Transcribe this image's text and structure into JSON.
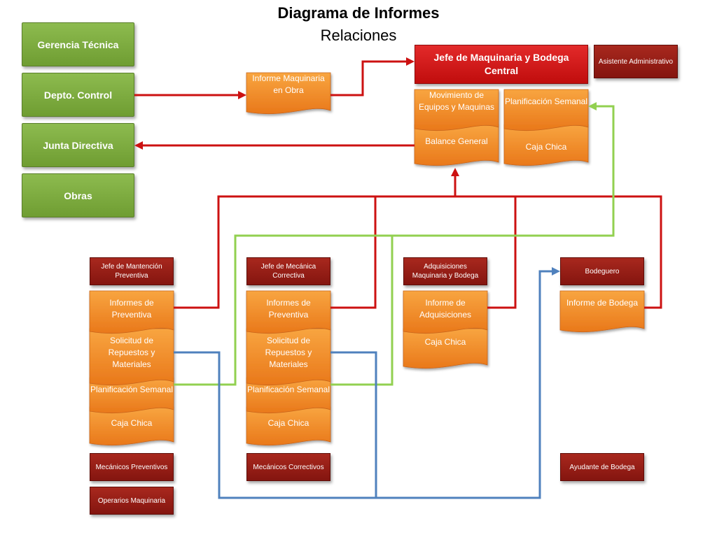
{
  "title": "Diagrama de Informes",
  "subtitle": "Relaciones",
  "left_boxes": [
    "Gerencia Técnica",
    "Depto. Control",
    "Junta Directiva",
    "Obras"
  ],
  "central": {
    "jefe": "Jefe de Maquinaria y Bodega Central",
    "asistente": "Asistente Administrativo",
    "informe_obra": "Informe Maquinaria en Obra",
    "movimiento": "Movimiento de Equipos y Maquinas",
    "balance": "Balance General",
    "planificacion": "Planificación Semanal",
    "caja": "Caja Chica"
  },
  "roles": {
    "mantencion": "Jefe de Mantención Preventiva",
    "mecanica": "Jefe de Mecánica Correctiva",
    "adquisiciones": "Adquisiciones Maquinaria y Bodega",
    "bodeguero": "Bodeguero",
    "mec_preventivos": "Mecánicos Preventivos",
    "operarios": "Operarios Maquinaria",
    "mec_correctivos": "Mecánicos Correctivos",
    "ayudante": "Ayudante de Bodega"
  },
  "docs": {
    "informes_preventiva": "Informes de Preventiva",
    "solicitud": "Solicitud de Repuestos y Materiales",
    "planificacion": "Planificación Semanal",
    "caja": "Caja Chica",
    "informe_adquisiciones": "Informe de Adquisiciones",
    "informe_bodega": "Informe de Bodega"
  },
  "colors": {
    "green": "#7aab3a",
    "red": "#d41414",
    "dark_red": "#961d15",
    "orange": "#f28c28",
    "arrow_red": "#cc1111",
    "arrow_green": "#92d050",
    "arrow_blue": "#4f81bd"
  }
}
